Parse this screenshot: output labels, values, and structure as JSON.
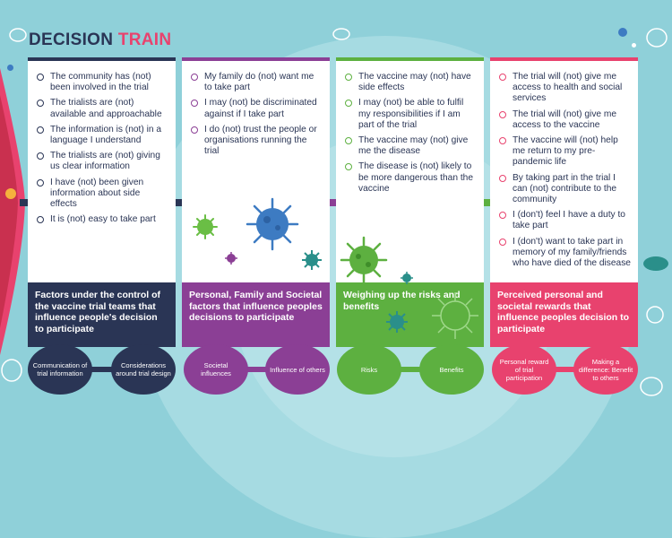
{
  "title": {
    "part1": "DECISION ",
    "part2": "TRAIN"
  },
  "colors": {
    "background": "#8fd0d9",
    "navy": "#2a3555",
    "purple": "#8b3f95",
    "green": "#5db040",
    "pink": "#e8426e"
  },
  "wagons": [
    {
      "items": [
        "The community has (not) been involved in the trial",
        "The trialists are (not) available and approachable",
        "The information is (not) in a language I understand",
        "The trialists are (not) giving us clear information",
        "I have (not) been given information about side effects",
        "It is (not) easy to take part"
      ],
      "heading": "Factors under the control of the vaccine trial teams that influence people's decision to participate",
      "wheels": [
        "Communication of trial information",
        "Considerations around trial design"
      ]
    },
    {
      "items": [
        "My family do (not) want me to take part",
        "I may (not) be discriminated against if I take part",
        "I do (not) trust the people or organisations running the trial"
      ],
      "heading": "Personal, Family and Societal factors that influence peoples decisions to participate",
      "wheels": [
        "Societal influences",
        "Influence of others"
      ]
    },
    {
      "items": [
        "The vaccine may (not) have side effects",
        "I may (not) be able to fulfil my responsibilities if I am part of the trial",
        "The vaccine may (not) give me the disease",
        "The disease is (not) likely to be more dangerous than the vaccine"
      ],
      "heading": "Weighing up the risks and benefits",
      "wheels": [
        "Risks",
        "Benefits"
      ]
    },
    {
      "items": [
        "The trial will (not) give me access to health and social services",
        "The trial will (not) give me access to the vaccine",
        "The vaccine will (not) help me return to my pre-pandemic life",
        "By taking part in the trial I can (not) contribute to the community",
        "I (don't) feel I have a duty to take part",
        "I (don't) want to take part in memory of my family/friends who have died of the disease"
      ],
      "heading": "Perceived personal and societal rewards that influence peoples decision to participate",
      "wheels": [
        "Personal reward of trial participation",
        "Making a difference: Benefit to others"
      ]
    }
  ]
}
